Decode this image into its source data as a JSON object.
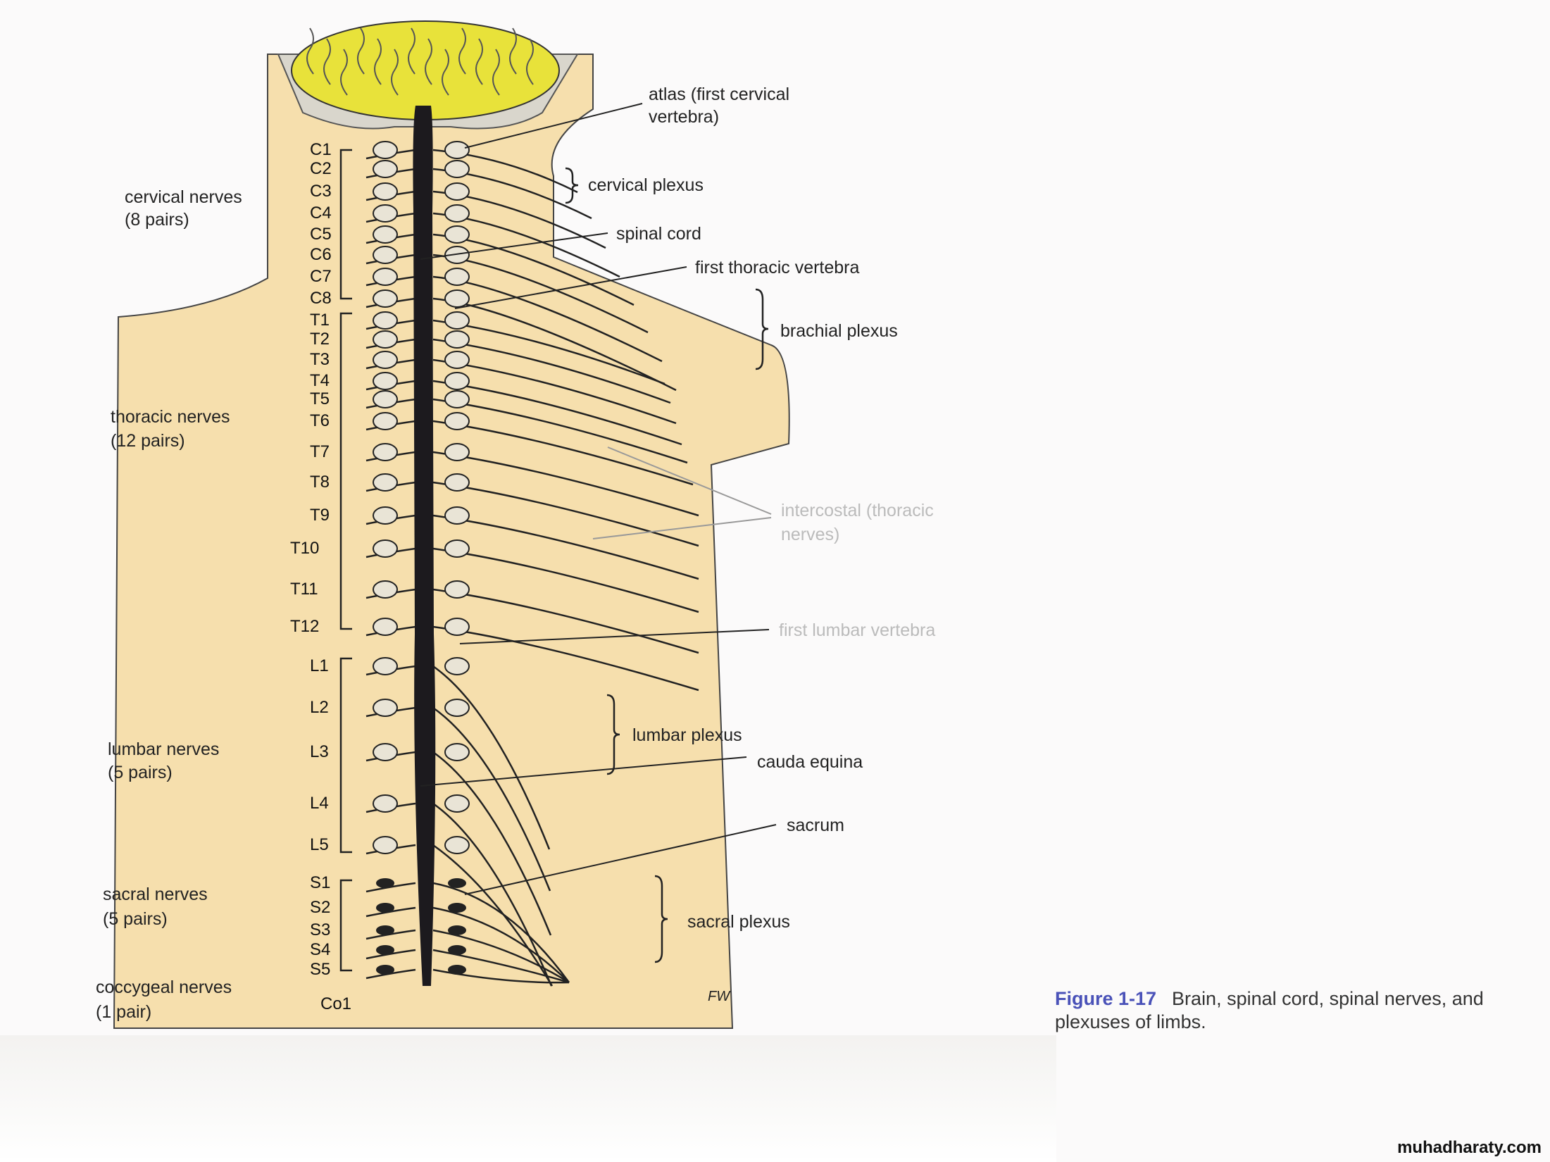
{
  "left_labels": {
    "cervical": [
      "cervical nerves",
      "(8 pairs)"
    ],
    "thoracic": [
      "thoracic nerves",
      "(12 pairs)"
    ],
    "lumbar": [
      "lumbar nerves",
      "(5 pairs)"
    ],
    "sacral": [
      "sacral nerves",
      "(5 pairs)"
    ],
    "coccygeal": [
      "coccygeal nerves",
      "(1 pair)"
    ]
  },
  "segments": [
    "C1",
    "C2",
    "C3",
    "C4",
    "C5",
    "C6",
    "C7",
    "C8",
    "T1",
    "T2",
    "T3",
    "T4",
    "T5",
    "T6",
    "T7",
    "T8",
    "T9",
    "T10",
    "T11",
    "T12",
    "L1",
    "L2",
    "L3",
    "L4",
    "L5",
    "S1",
    "S2",
    "S3",
    "S4",
    "S5",
    "Co1"
  ],
  "right_labels": {
    "atlas": [
      "atlas (first cervical",
      "vertebra)"
    ],
    "cervical_plexus": "cervical plexus",
    "spinal_cord": "spinal cord",
    "first_thoracic": "first thoracic vertebra",
    "brachial_plexus": "brachial plexus",
    "intercostal": [
      "intercostal (thoracic",
      "nerves)"
    ],
    "first_lumbar": "first lumbar vertebra",
    "lumbar_plexus": "lumbar plexus",
    "cauda_equina": "cauda equina",
    "sacrum": "sacrum",
    "sacral_plexus": "sacral plexus"
  },
  "signature": "FW",
  "caption": {
    "number": "Figure 1-17",
    "text": "Brain, spinal cord, spinal nerves, and plexuses of limbs."
  },
  "watermark": "muhadharaty.com",
  "colors": {
    "skin": "#f6dfad",
    "brain": "#e8e23a",
    "caption_accent": "#4a52b8"
  }
}
